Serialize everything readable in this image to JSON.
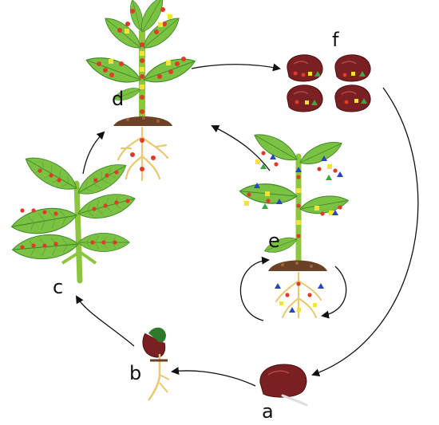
{
  "labels": {
    "a": "a",
    "b": "b",
    "c": "c",
    "d": "d",
    "e": "e",
    "f": "f"
  },
  "colors": {
    "leaf": "#7cc242",
    "leaf_dark": "#3f8a2a",
    "stem": "#8cc63f",
    "red_marker": "#e23a2a",
    "yellow_marker": "#f2e23a",
    "green_marker": "#3aa845",
    "blue_marker": "#2a44c8",
    "seed": "#7a1f22",
    "root": "#e8c870",
    "soil": "#6b4226",
    "arrow": "#111111"
  },
  "icons": [
    "seed-icon",
    "seedling-icon",
    "plant-icon",
    "root-icon",
    "soil-icon",
    "cycle-arrow-icon"
  ]
}
